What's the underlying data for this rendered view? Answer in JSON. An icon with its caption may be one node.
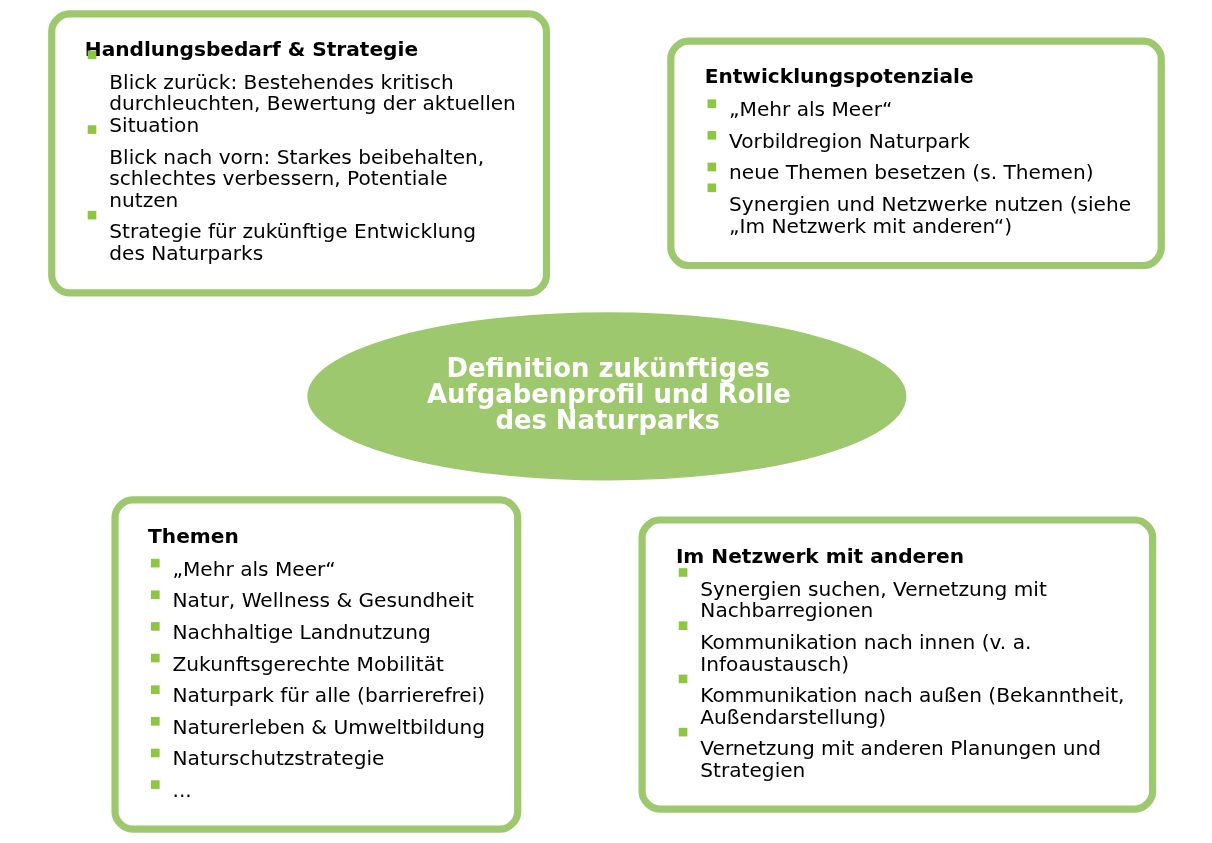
{
  "diagram": {
    "nodes": [
      {
        "text": [
          "Handlungsbedarf & Strategie",
          "Blick zurück: Bestehendes kritisch durchleuchten, Bewertung der aktuellen Situation",
          "Blick nach vorn: Starkes beibehalten, schlechtes verbessern, Potentiale nutzen",
          "Strategie für zukünftige Entwicklung des Naturparks"
        ]
      },
      {
        "text": [
          "Entwicklungspotenziale",
          "„Mehr als Meer“",
          "Vorbildregion Naturpark",
          "neue Themen besetzen (s. Themen)",
          "Synergien und Netzwerke nutzen (siehe „Im Netzwerk mit anderen“)"
        ]
      },
      {
        "text": [
          "Definition zukünftiges Aufgabenprofil und Rolle des Naturparks"
        ]
      },
      {
        "text": [
          "Themen",
          "„Mehr als Meer“",
          "Natur, Wellness & Gesundheit",
          "Nachhaltige Landnutzung",
          "Zukunftsgerechte Mobilität",
          "Naturpark für alle (barrierefrei)",
          "Naturerleben & Umweltbildung",
          "Naturschutzstrategie",
          "..."
        ]
      },
      {
        "text": [
          "Im Netzwerk mit anderen",
          "Synergien suchen, Vernetzung mit Nachbarregionen",
          "Kommunikation nach innen (v. a. Infoaustausch)",
          "Kommunikation nach außen (Bekanntheit, Außendarstellung)",
          "Vernetzung mit anderen Planungen und Strategien"
        ]
      }
    ],
    "edges": []
  }
}
